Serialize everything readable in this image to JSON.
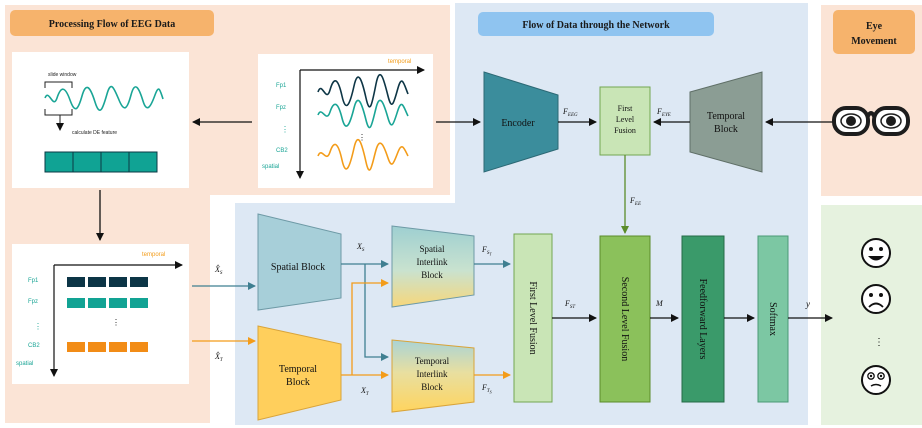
{
  "panels": {
    "eeg_processing_title": "Processing Flow of EEG Data",
    "network_title": "Flow of Data through the Network",
    "eye_title_line1": "Eye",
    "eye_title_line2": "Movement"
  },
  "eeg_card": {
    "slide_window": "slide window",
    "calc_de": "calculate DE feature"
  },
  "signal_card": {
    "axis_label": "temporal",
    "channels": [
      "Fp1",
      "Fpz",
      "⋮",
      "CB2"
    ],
    "spatial_label": "spatial",
    "vdots": "⋮"
  },
  "feature_card": {
    "axis_label": "temporal",
    "channels": [
      "Fp1",
      "Fpz",
      "⋮",
      "CB2"
    ],
    "spatial_label": "spatial",
    "vdots": "⋮"
  },
  "blocks": {
    "encoder": "Encoder",
    "first_fusion_top": [
      "First",
      "Level",
      "Fusion"
    ],
    "temporal_block_top": [
      "Temporal",
      "Block"
    ],
    "spatial_block": "Spatial Block",
    "spatial_interlink": [
      "Spatial",
      "Interlink",
      "Block"
    ],
    "temporal_block_bottom": [
      "Temporal",
      "Block"
    ],
    "temporal_interlink": [
      "Temporal",
      "Interlink",
      "Block"
    ],
    "first_level_fusion": "First Level Fusion",
    "second_level_fusion": "Second Level Fusion",
    "feedforward": "Feedforward Layers",
    "softmax": "Softmax"
  },
  "labels": {
    "f_eeg": "F",
    "f_eeg_sub": "EEG",
    "f_eye": "F",
    "f_eye_sub": "EYE",
    "f_ee": "F",
    "f_ee_sub": "EE",
    "x_s": "X",
    "x_s_sub": "S",
    "x_t": "X",
    "x_t_sub": "T",
    "xhat_s": "X̂",
    "xhat_s_sub": "S",
    "xhat_t": "X̂",
    "xhat_t_sub": "T",
    "f_st_top": "F",
    "f_st_top_sub": "S",
    "f_st_top_subsub": "T",
    "f_ts": "F",
    "f_ts_sub": "T",
    "f_ts_subsub": "S",
    "f_st": "F",
    "f_st_sub": "ST",
    "m": "M",
    "y": "y"
  },
  "outputs": {
    "vdots": "⋮"
  }
}
